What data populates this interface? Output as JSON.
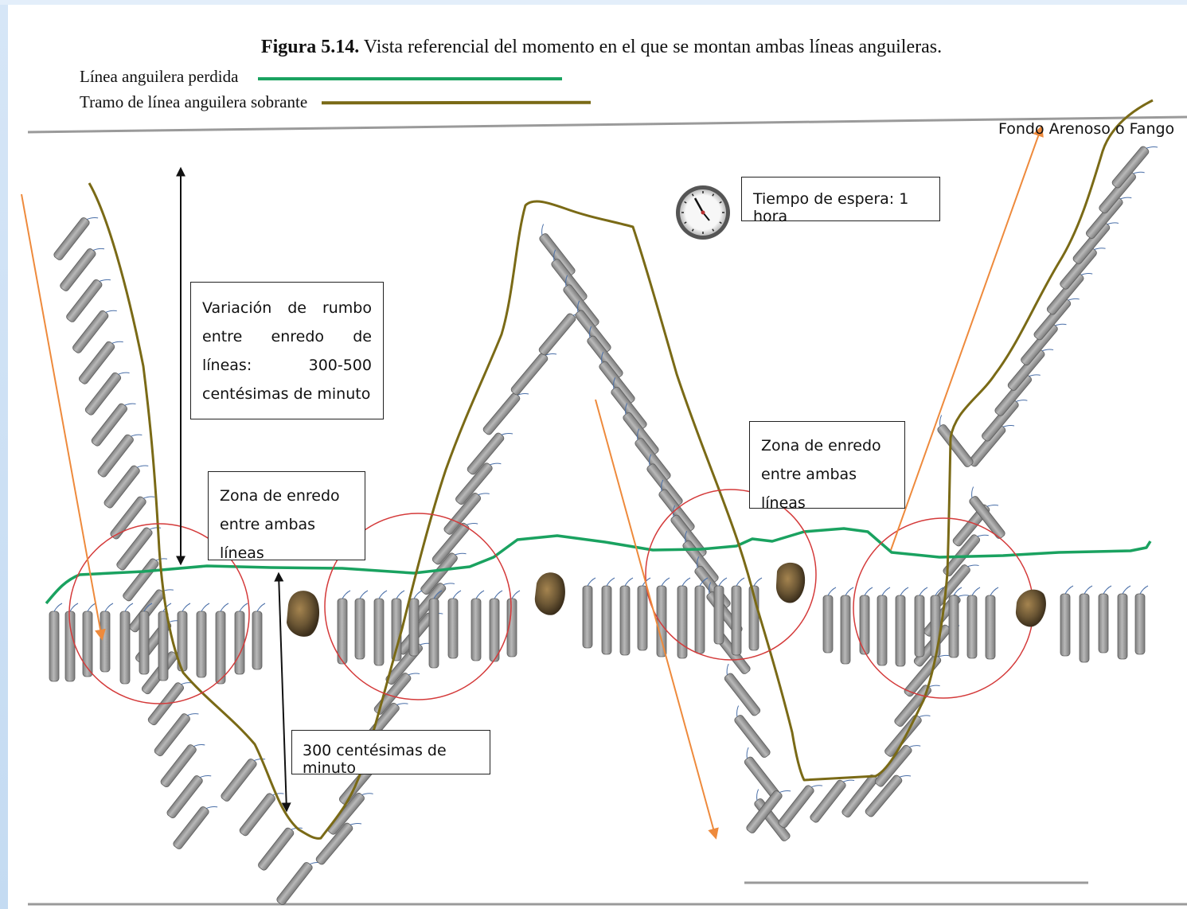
{
  "figure": {
    "title_bold": "Figura 5.14.",
    "title_rest": " Vista referencial del momento en el que se montan ambas líneas anguileras."
  },
  "legend": [
    {
      "label": "Línea anguilera perdida",
      "color": "#1aa260"
    },
    {
      "label": "Tramo de línea anguilera sobrante",
      "color": "#7a6a16"
    }
  ],
  "labels": {
    "bottom_type": "Fondo Arenoso o Fango",
    "wait_time": "Tiempo de espera: 1 hora",
    "course_variation": "Variación de rumbo entre enredo de líneas: 300-500 centésimas de minuto",
    "tangle_zone_1": "Zona de enredo entre ambas líneas",
    "tangle_zone_2": "Zona de enredo entre ambas líneas",
    "distance": "300 centésimas de minuto"
  },
  "colors": {
    "lost_line": "#1aa260",
    "surplus_line": "#7a6a16",
    "current_arrow": "#ee8a3c",
    "tangle_circle": "#d43a3a",
    "trap": "#9a9a9a",
    "rock": "#6b5634"
  },
  "icons": [
    "clock-icon",
    "rock-icon",
    "trap-icon"
  ]
}
